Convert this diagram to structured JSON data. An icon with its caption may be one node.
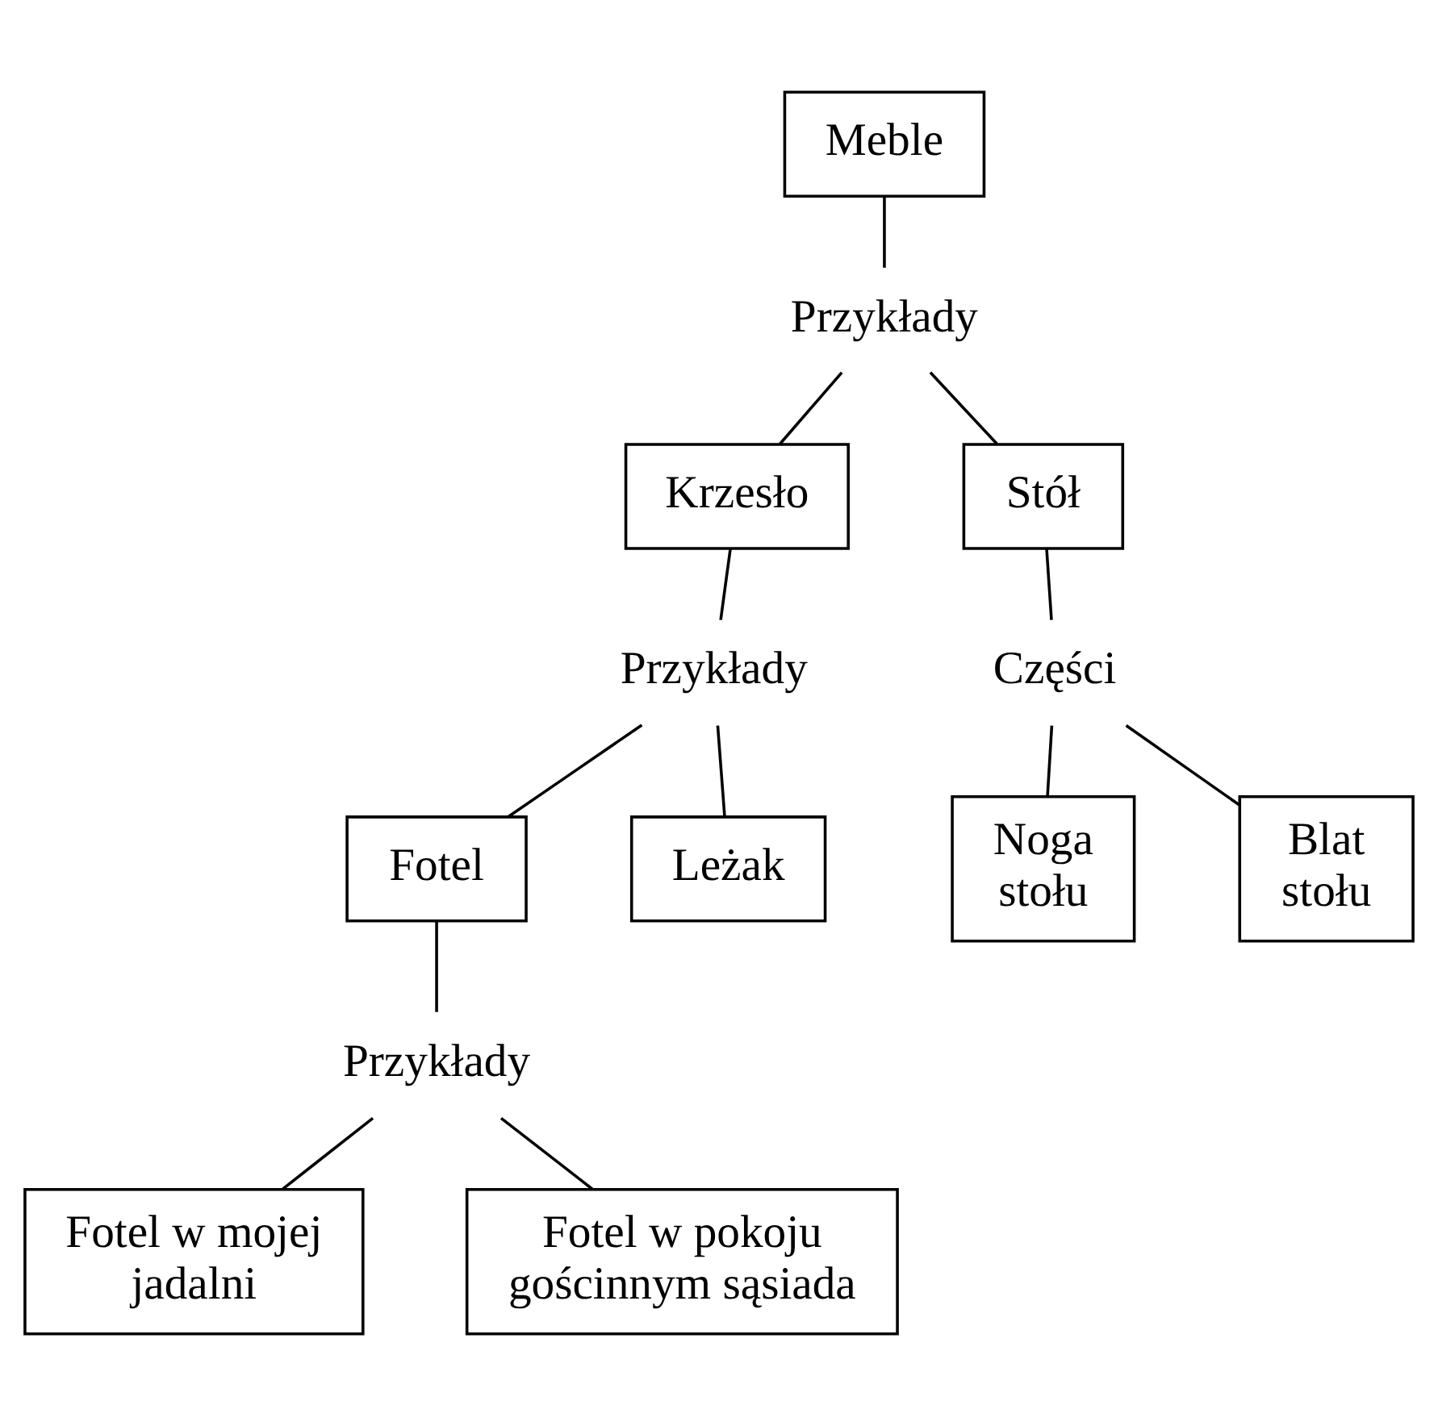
{
  "diagram": {
    "nodes": [
      {
        "text": [
          "Meble"
        ]
      },
      {
        "text": [
          "Przykłady"
        ]
      },
      {
        "text": [
          "Krzesło"
        ]
      },
      {
        "text": [
          "Stół"
        ]
      },
      {
        "text": [
          "Przykłady"
        ]
      },
      {
        "text": [
          "Części"
        ]
      },
      {
        "text": [
          "Fotel"
        ]
      },
      {
        "text": [
          "Leżak"
        ]
      },
      {
        "text": [
          "Noga stołu"
        ]
      },
      {
        "text": [
          "Blat stołu"
        ]
      },
      {
        "text": [
          "Przykłady"
        ]
      },
      {
        "text": [
          "Fotel w mojej jadalni"
        ]
      },
      {
        "text": [
          "Fotel w pokoju gościnnym sąsiada"
        ]
      }
    ],
    "edges": [
      {
        "from": 0,
        "to": 1,
        "arrow": "none"
      },
      {
        "from": 1,
        "to": 2,
        "arrow": "none"
      },
      {
        "from": 1,
        "to": 3,
        "arrow": "none"
      },
      {
        "from": 2,
        "to": 4,
        "arrow": "none"
      },
      {
        "from": 3,
        "to": 5,
        "arrow": "none"
      },
      {
        "from": 4,
        "to": 6,
        "arrow": "none"
      },
      {
        "from": 4,
        "to": 7,
        "arrow": "none"
      },
      {
        "from": 5,
        "to": 8,
        "arrow": "none"
      },
      {
        "from": 5,
        "to": 9,
        "arrow": "none"
      },
      {
        "from": 6,
        "to": 10,
        "arrow": "none"
      },
      {
        "from": 10,
        "to": 11,
        "arrow": "none"
      },
      {
        "from": 10,
        "to": 12,
        "arrow": "none"
      }
    ]
  }
}
